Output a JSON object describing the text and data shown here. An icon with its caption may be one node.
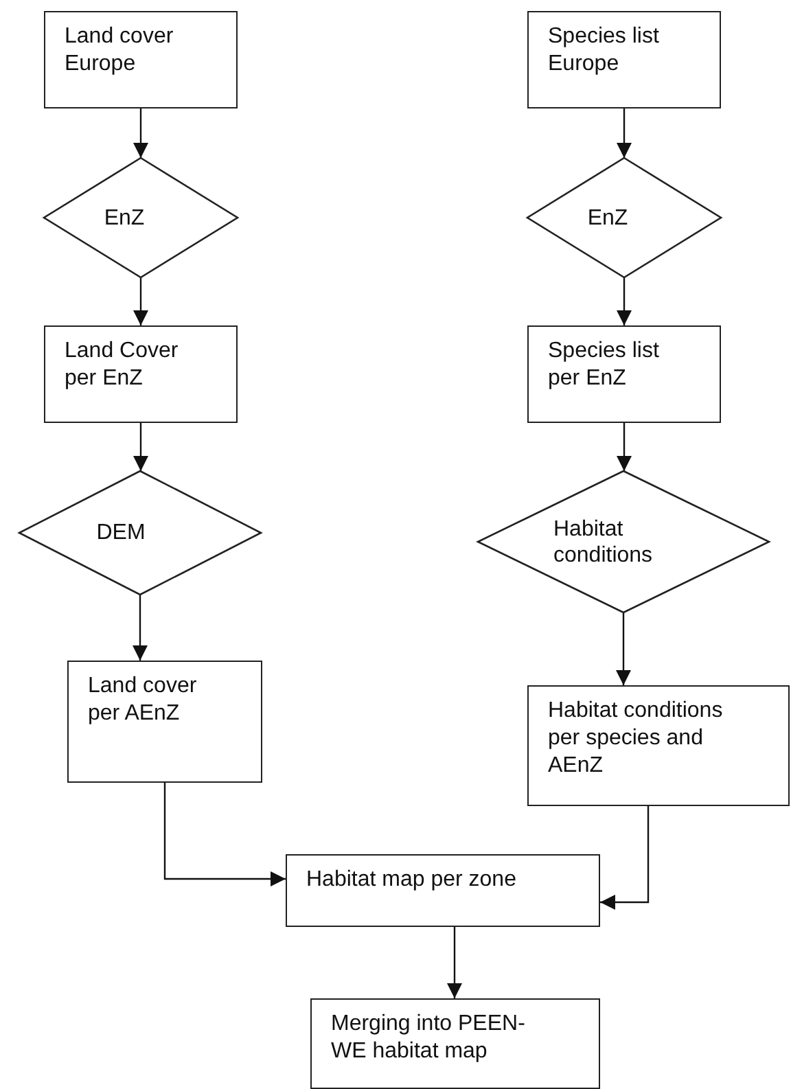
{
  "diagram": {
    "nodes": [
      {
        "text": [
          "Land cover Europe"
        ]
      },
      {
        "text": [
          "EnZ"
        ]
      },
      {
        "text": [
          "Land Cover per EnZ"
        ]
      },
      {
        "text": [
          "DEM"
        ]
      },
      {
        "text": [
          "Land cover per AEnZ"
        ]
      },
      {
        "text": [
          "Species list Europe"
        ]
      },
      {
        "text": [
          "EnZ"
        ]
      },
      {
        "text": [
          "Species list per EnZ"
        ]
      },
      {
        "text": [
          "Habitat conditions"
        ]
      },
      {
        "text": [
          "Habitat conditions per species and AEnZ"
        ]
      },
      {
        "text": [
          "Habitat map per zone"
        ]
      },
      {
        "text": [
          "Merging into PEEN-WE habitat map"
        ]
      }
    ],
    "edges": [
      {
        "from": 0,
        "to": 1,
        "arrow": "to"
      },
      {
        "from": 1,
        "to": 2,
        "arrow": "to"
      },
      {
        "from": 2,
        "to": 3,
        "arrow": "to"
      },
      {
        "from": 3,
        "to": 4,
        "arrow": "to"
      },
      {
        "from": 5,
        "to": 6,
        "arrow": "to"
      },
      {
        "from": 6,
        "to": 7,
        "arrow": "to"
      },
      {
        "from": 7,
        "to": 8,
        "arrow": "to"
      },
      {
        "from": 8,
        "to": 9,
        "arrow": "to"
      },
      {
        "from": 4,
        "to": 10,
        "arrow": "to"
      },
      {
        "from": 9,
        "to": 10,
        "arrow": "to"
      },
      {
        "from": 10,
        "to": 11,
        "arrow": "to"
      }
    ]
  }
}
